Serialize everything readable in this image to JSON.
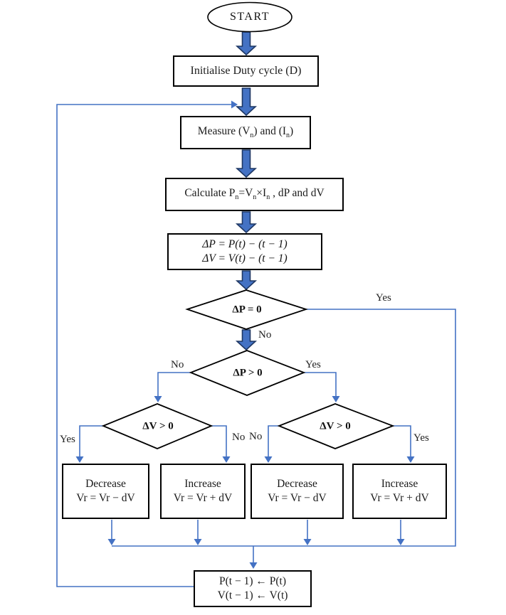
{
  "colors": {
    "connector": "#4472C4",
    "block_arrow_fill": "#4472C4",
    "block_arrow_stroke": "#1F3864",
    "node_border": "#000000",
    "node_fill": "#ffffff"
  },
  "nodes": {
    "start": {
      "label": "START"
    },
    "init": {
      "label": "Initialise Duty cycle (D)"
    },
    "measure": {
      "pre": "Measure (V",
      "sub1": "n",
      "mid": ") and (I",
      "sub2": "n",
      "post": ")"
    },
    "calculate": {
      "pre": "Calculate P",
      "sub1": "n",
      "mid1": "=V",
      "sub2": "n",
      "mid2": "×I",
      "sub3": "n",
      "post": " , dP and dV"
    },
    "delta": {
      "line1": "ΔP = P(t) − (t − 1)",
      "line2": "ΔV = V(t) − (t − 1)"
    },
    "decision_dp_zero": {
      "label": "ΔP = 0",
      "yes": "Yes",
      "no": "No"
    },
    "decision_dp_pos": {
      "label": "ΔP > 0",
      "yes": "Yes",
      "no": "No"
    },
    "decision_dv_left": {
      "label": "ΔV > 0",
      "yes": "Yes",
      "no": "No"
    },
    "decision_dv_right": {
      "label": "ΔV > 0",
      "yes": "Yes",
      "no": "No"
    },
    "act1": {
      "line1": "Decrease",
      "line2": "Vr = Vr − dV"
    },
    "act2": {
      "line1": "Increase",
      "line2": "Vr = Vr + dV"
    },
    "act3": {
      "line1": "Decrease",
      "line2": "Vr = Vr − dV"
    },
    "act4": {
      "line1": "Increase",
      "line2": "Vr = Vr + dV"
    },
    "update": {
      "line1": "P(t − 1) ← P(t)",
      "line2": "V(t − 1) ← V(t)"
    }
  }
}
